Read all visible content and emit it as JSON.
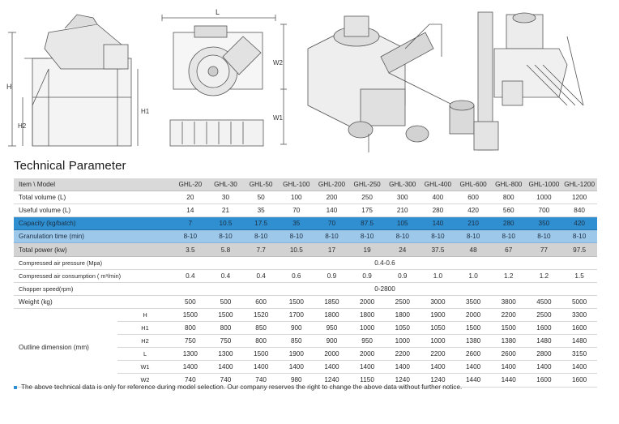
{
  "drawing_labels": {
    "L": "L",
    "H": "H",
    "H1": "H1",
    "H2": "H2",
    "W1": "W1",
    "W2": "W2"
  },
  "title": "Technical Parameter",
  "table": {
    "header_label": "Item \\ Model",
    "models": [
      "GHL-20",
      "GHL-30",
      "GHL-50",
      "GHL-100",
      "GHL-200",
      "GHL-250",
      "GHL-300",
      "GHL-400",
      "GHL-600",
      "GHL-800",
      "GHL-1000",
      "GHL-1200"
    ],
    "rows": [
      {
        "label": "Total volume (L)",
        "values": [
          "20",
          "30",
          "50",
          "100",
          "200",
          "250",
          "300",
          "400",
          "600",
          "800",
          "1000",
          "1200"
        ]
      },
      {
        "label": "Useful volume (L)",
        "values": [
          "14",
          "21",
          "35",
          "70",
          "140",
          "175",
          "210",
          "280",
          "420",
          "560",
          "700",
          "840"
        ]
      },
      {
        "label": "Capacity (kg/batch)",
        "values": [
          "7",
          "10.5",
          "17.5",
          "35",
          "70",
          "87.5",
          "105",
          "140",
          "210",
          "280",
          "350",
          "420"
        ]
      },
      {
        "label": "Granulation time (min)",
        "values": [
          "8-10",
          "8-10",
          "8-10",
          "8-10",
          "8-10",
          "8-10",
          "8-10",
          "8-10",
          "8-10",
          "8-10",
          "8-10",
          "8-10"
        ]
      },
      {
        "label": "Total power (kw)",
        "values": [
          "3.5",
          "5.8",
          "7.7",
          "10.5",
          "17",
          "19",
          "24",
          "37.5",
          "48",
          "67",
          "77",
          "97.5"
        ]
      }
    ],
    "air_pressure": {
      "label": "Compressed  air pressure (Mpa)",
      "value": "0.4-0.6"
    },
    "air_consumption": {
      "label": "Compressed air consumption ( m³/min)",
      "values": [
        "0.4",
        "0.4",
        "0.4",
        "0.6",
        "0.9",
        "0.9",
        "0.9",
        "1.0",
        "1.0",
        "1.2",
        "1.2",
        "1.5"
      ]
    },
    "chopper_speed": {
      "label": "Chopper speed(rpm)",
      "value": "0-2800"
    },
    "weight": {
      "label": "Weight (kg)",
      "values": [
        "500",
        "500",
        "600",
        "1500",
        "1850",
        "2000",
        "2500",
        "3000",
        "3500",
        "3800",
        "4500",
        "5000"
      ]
    },
    "outline": {
      "label": "Outline dimension (mm)",
      "rows": [
        {
          "sub": "H",
          "values": [
            "1500",
            "1500",
            "1520",
            "1700",
            "1800",
            "1800",
            "1800",
            "1900",
            "2000",
            "2200",
            "2500",
            "3300"
          ]
        },
        {
          "sub": "H1",
          "values": [
            "800",
            "800",
            "850",
            "900",
            "950",
            "1000",
            "1050",
            "1050",
            "1500",
            "1500",
            "1600",
            "1600"
          ]
        },
        {
          "sub": "H2",
          "values": [
            "750",
            "750",
            "800",
            "850",
            "900",
            "950",
            "1000",
            "1000",
            "1380",
            "1380",
            "1480",
            "1480"
          ]
        },
        {
          "sub": "L",
          "values": [
            "1300",
            "1300",
            "1500",
            "1900",
            "2000",
            "2000",
            "2200",
            "2200",
            "2600",
            "2600",
            "2800",
            "3150"
          ]
        },
        {
          "sub": "W1",
          "values": [
            "1400",
            "1400",
            "1400",
            "1400",
            "1400",
            "1400",
            "1400",
            "1400",
            "1400",
            "1400",
            "1400",
            "1400"
          ]
        },
        {
          "sub": "W2",
          "values": [
            "740",
            "740",
            "740",
            "980",
            "1240",
            "1150",
            "1240",
            "1240",
            "1440",
            "1440",
            "1600",
            "1600"
          ]
        }
      ]
    }
  },
  "note": "The above technical data is only for reference during model selection. Our company reserves the right to change the above data without further notice.",
  "colors": {
    "highlight_dark": "#2f8fd0",
    "highlight_light": "#9ec8ea",
    "header_grey": "#d9d9d9"
  }
}
